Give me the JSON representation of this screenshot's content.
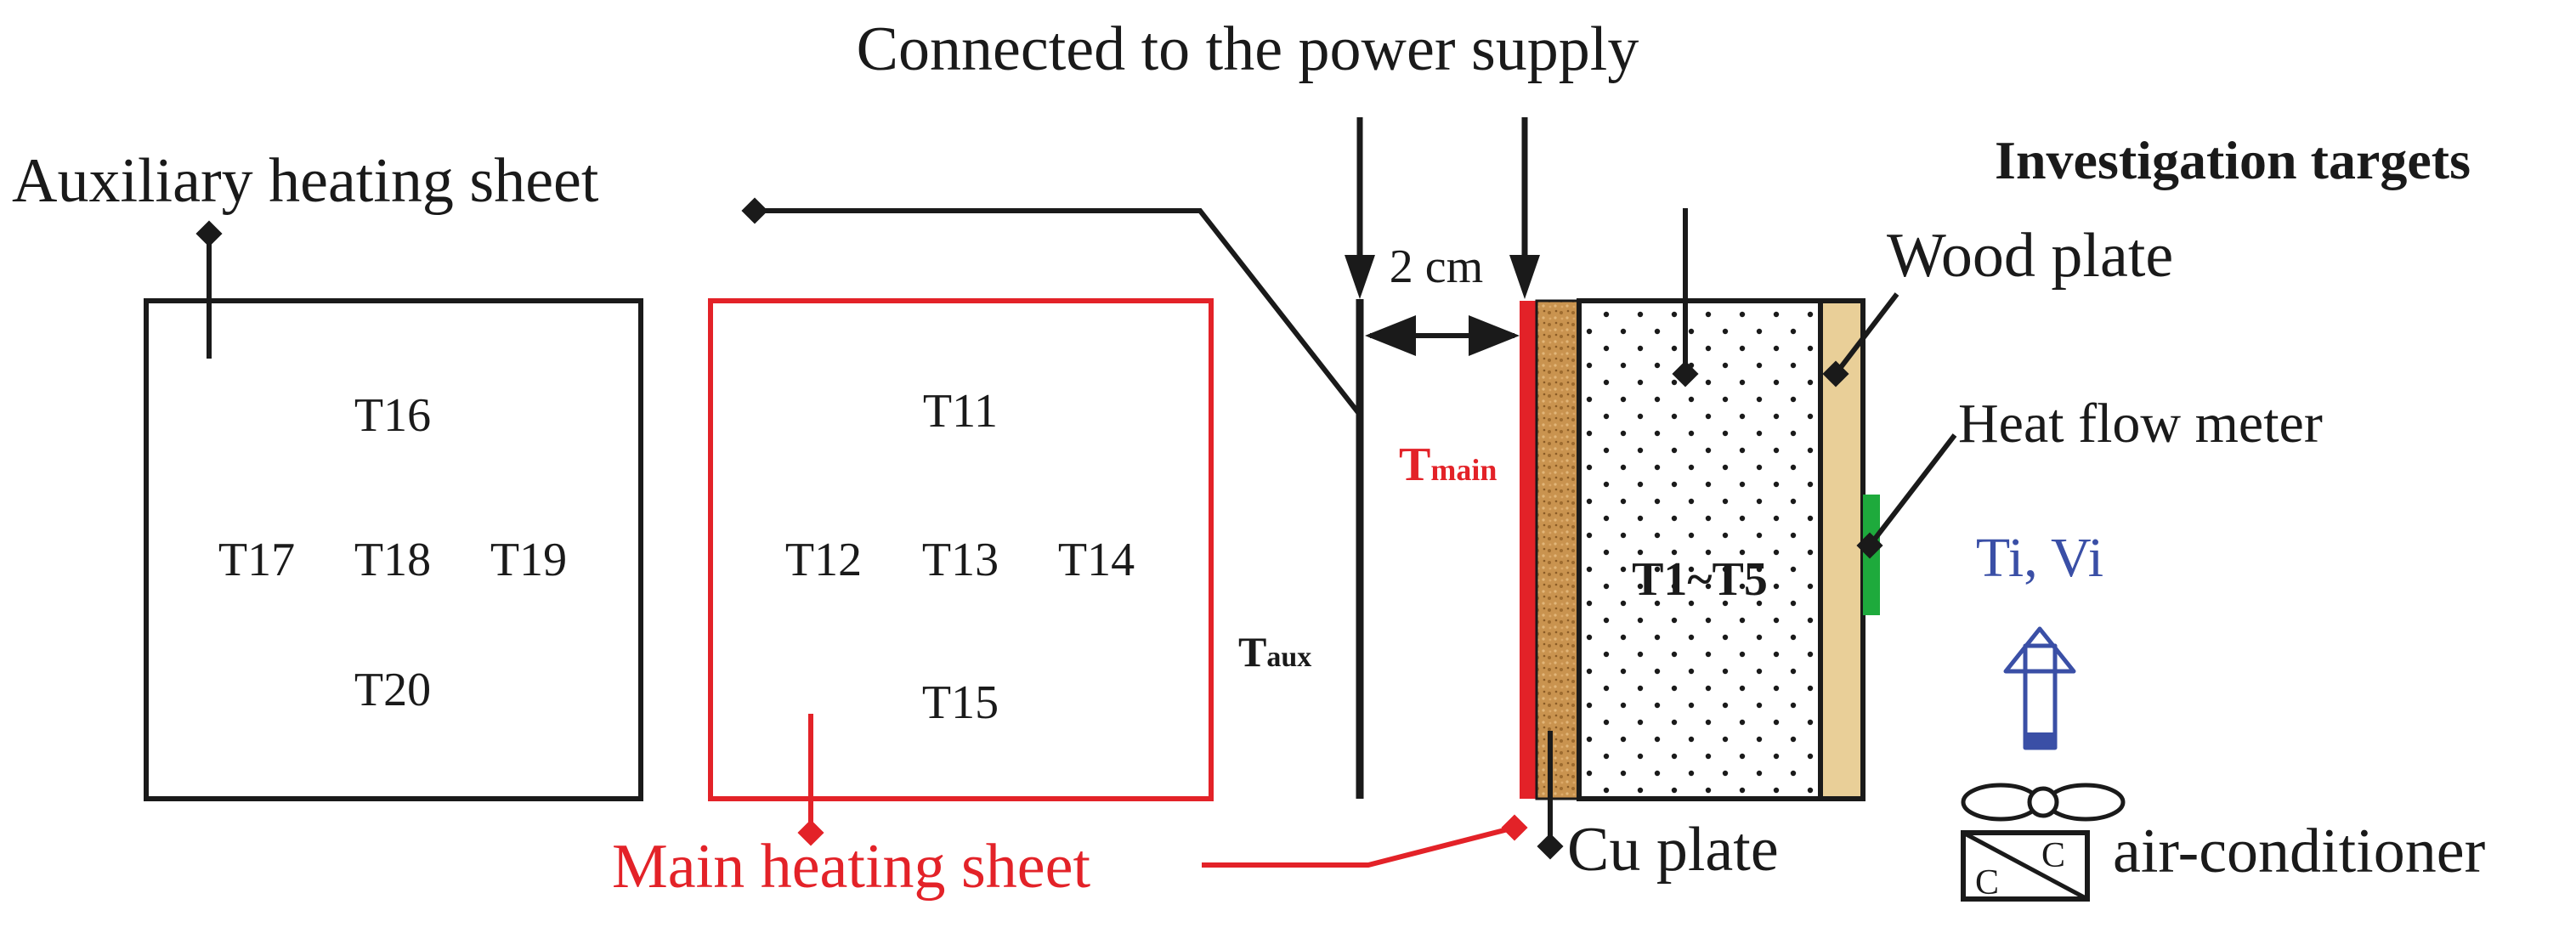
{
  "colors": {
    "ink": "#1a1a1a",
    "main_red": "#e32228",
    "blue": "#3a4fa6",
    "green": "#1eaa3c",
    "cork": "#c9934f",
    "wood": "#e9cf98"
  },
  "labels": {
    "power_supply": "Connected to the power supply",
    "aux_sheet": "Auxiliary heating sheet",
    "investigation_targets": "Investigation targets",
    "wood_plate": "Wood plate",
    "heat_flow_meter": "Heat flow meter",
    "ti_vi": "Ti, Vi",
    "spacing": "2 cm",
    "t_main_base": "T",
    "t_main_sub": "main",
    "t_aux_base": "T",
    "t_aux_sub": "aux",
    "t1_t5": "T1~T5",
    "main_sheet": "Main heating sheet",
    "cu_plate": "Cu plate",
    "air_conditioner": "air-conditioner",
    "ac_symbol_letter": "C"
  },
  "aux_panel_sensors": [
    "T16",
    "T17",
    "T18",
    "T19",
    "T20"
  ],
  "main_panel_sensors": [
    "T11",
    "T12",
    "T13",
    "T14",
    "T15"
  ],
  "icons": {
    "arrow_up": "up-arrow-icon",
    "fan": "fan-icon",
    "ac_unit": "air-conditioner-icon"
  }
}
